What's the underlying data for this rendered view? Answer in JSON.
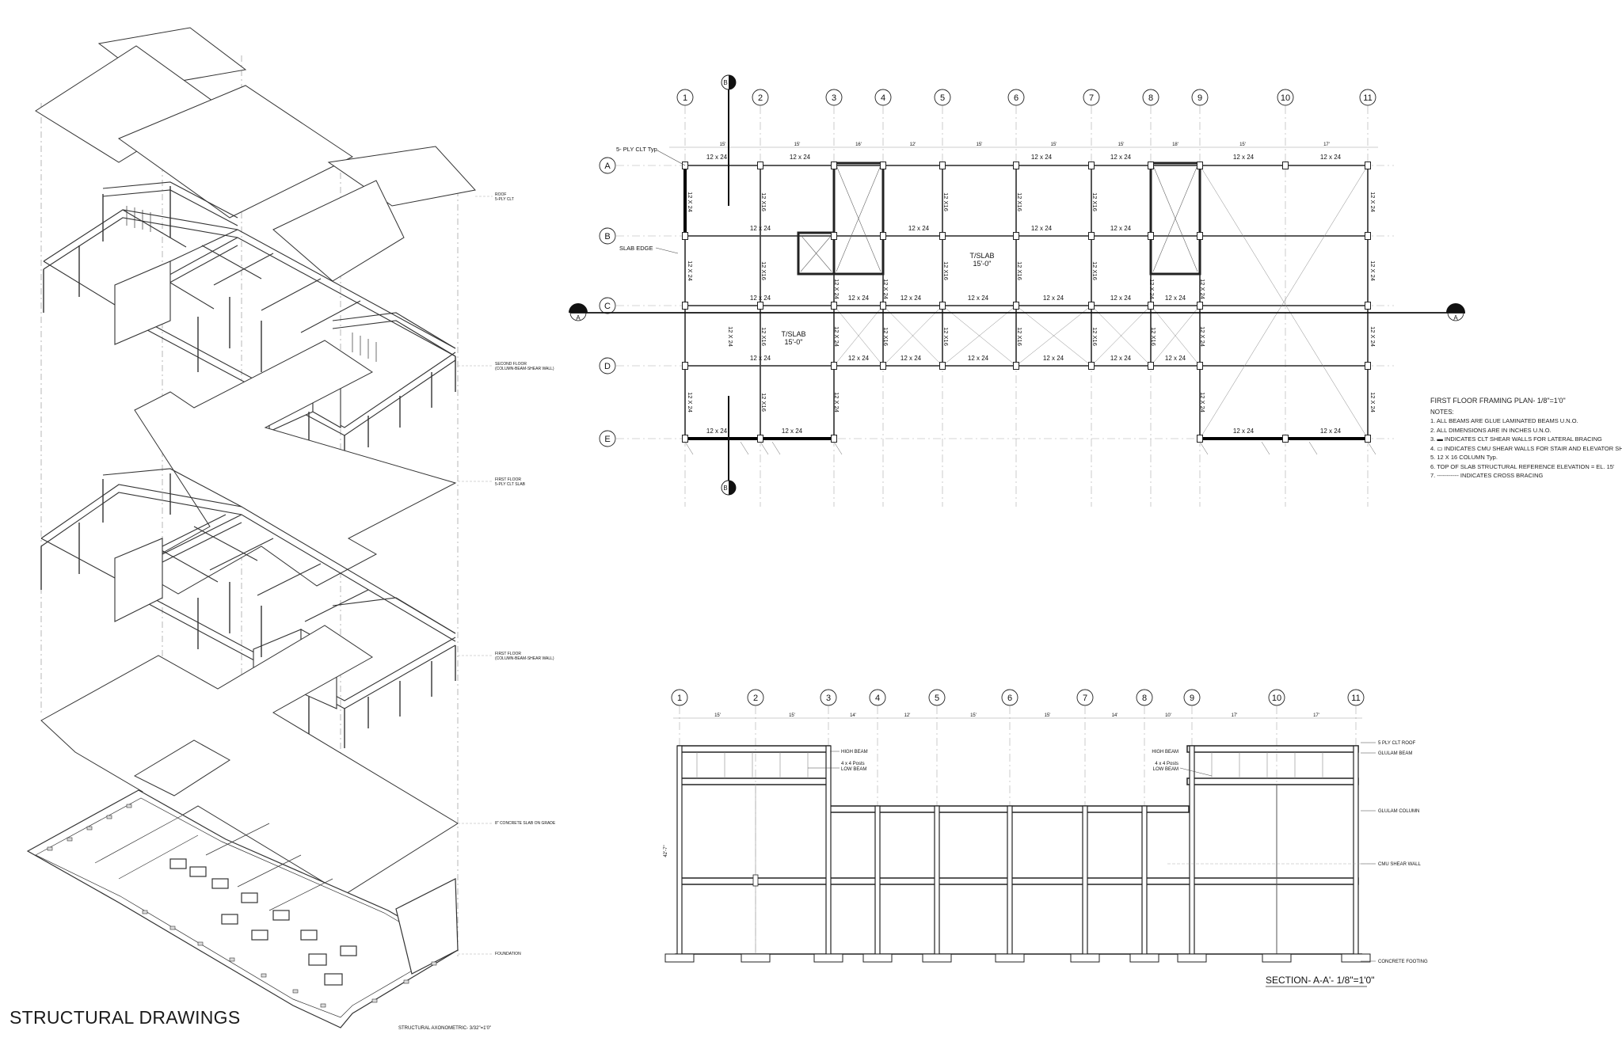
{
  "sheet_title": "STRUCTURAL DRAWINGS",
  "axonometric": {
    "caption": "STRUCTURAL AXONOMETRIC- 3/32\"=1'0\"",
    "labels": [
      "ROOF",
      "5-PLY CLT",
      "SECOND FLOOR",
      "(COLUMN-BEAM-SHEAR WALL)",
      "FIRST FLOOR",
      "5-PLY CLT SLAB",
      "FIRST FLOOR",
      "(COLUMN-BEAM-SHEAR WALL)",
      "8\" CONCRETE SLAB ON GRADE",
      "FOUNDATION"
    ]
  },
  "plan": {
    "title": "FIRST FLOOR FRAMING PLAN- 1/8\"=1'0\"",
    "notes_heading": "NOTES:",
    "notes": [
      "1. ALL BEAMS ARE GLUE LAMINATED BEAMS U.N.O.",
      "2. ALL DIMENSIONS ARE IN INCHES U.N.O.",
      "3. ▬ INDICATES CLT SHEAR WALLS FOR  LATERAL BRACING",
      "4. ▭ INDICATES CMU SHEAR WALLS FOR STAIR AND ELEVATOR SHAFTS",
      "5. 12 X 16 COLUMN Typ.",
      "6. TOP OF SLAB STRUCTURAL  REFERENCE ELEVATION = EL. 15'",
      "7. ----------- INDICATES CROSS BRACING"
    ],
    "grid_columns": [
      "1",
      "2",
      "3",
      "4",
      "5",
      "6",
      "7",
      "8",
      "9",
      "10",
      "11"
    ],
    "grid_rows": [
      "A",
      "B",
      "C",
      "D",
      "E"
    ],
    "section_marks": [
      "A",
      "A",
      "B",
      "B"
    ],
    "callouts": {
      "clt": "5- PLY CLT Typ.",
      "slab_edge": "SLAB EDGE",
      "tslab": "T/SLAB",
      "tslab_elev": "15'-0\""
    },
    "beam_12x24": "12 x 24",
    "beam_12x24_v": "12 X 24",
    "beam_12x16_v": "12 X16",
    "dims": [
      "15'",
      "15'",
      "16'",
      "12'",
      "15'",
      "15'",
      "15'",
      "18'",
      "15'",
      "17'",
      "17'"
    ]
  },
  "section": {
    "title": "SECTION- A-A'- 1/8\"=1'0\"",
    "grid_columns": [
      "1",
      "2",
      "3",
      "4",
      "5",
      "6",
      "7",
      "8",
      "9",
      "10",
      "11"
    ],
    "left_callouts": [
      "HIGH BEAM",
      "4 x 4 Posts",
      "LOW BEAM"
    ],
    "right_callouts": [
      "HIGH BEAM",
      "4 x 4 Posts",
      "LOW BEAM"
    ],
    "right_labels": [
      "5 PLY CLT ROOF",
      "GLULAM BEAM",
      "GLULAM COLUMN",
      "CMU SHEAR WALL",
      "CONCRETE FOOTING"
    ],
    "height_dim": "42'-7\"",
    "dims": [
      "15'",
      "15'",
      "14'",
      "12'",
      "15'",
      "15'",
      "14'",
      "10'",
      "17'",
      "17'"
    ]
  }
}
